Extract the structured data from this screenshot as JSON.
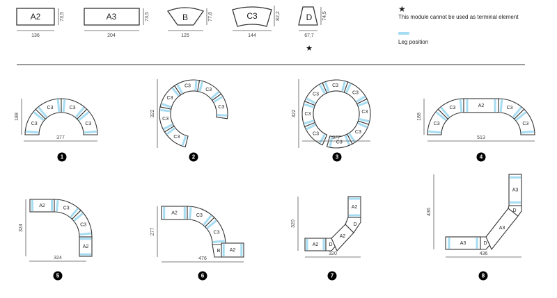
{
  "colors": {
    "outline": "#333333",
    "leg": "#a6dcf2",
    "badge": "#000000",
    "badge_text": "#ffffff",
    "dim": "#555555"
  },
  "legend": {
    "star": "★",
    "terminal_note": "This module cannot be used as terminal element",
    "leg_label": "Leg position"
  },
  "modules": [
    {
      "code": "A2",
      "width": "136",
      "depth": "73,5"
    },
    {
      "code": "A3",
      "width": "204",
      "depth": "73,5"
    },
    {
      "code": "B",
      "width": "125",
      "depth": "77,8"
    },
    {
      "code": "C3",
      "width": "144",
      "depth": "82,2"
    },
    {
      "code": "D",
      "width": "67,7",
      "depth": "74,5",
      "star": "★"
    }
  ],
  "layouts": [
    {
      "number": "1",
      "width": "377",
      "height": "188",
      "modules": [
        "C3",
        "C3",
        "C3",
        "C3"
      ]
    },
    {
      "number": "2",
      "width": "",
      "height": "322",
      "modules": [
        "C3",
        "C3",
        "C3",
        "C3",
        "C3",
        "C3"
      ]
    },
    {
      "number": "3",
      "width": "377",
      "height": "322",
      "modules": [
        "C3",
        "C3",
        "C3",
        "C3",
        "C3",
        "C3",
        "C3",
        "C3"
      ]
    },
    {
      "number": "4",
      "width": "513",
      "height": "188",
      "modules": [
        "C3",
        "C3",
        "A2",
        "C3",
        "C3"
      ]
    },
    {
      "number": "5",
      "width": "324",
      "height": "324",
      "modules": [
        "A2",
        "C3",
        "C3",
        "A2"
      ]
    },
    {
      "number": "6",
      "width": "476",
      "height": "277",
      "modules": [
        "A2",
        "C3",
        "C3",
        "B",
        "A2"
      ]
    },
    {
      "number": "7",
      "width": "320",
      "height": "320",
      "modules": [
        "A2",
        "D",
        "A2",
        "D",
        "A2"
      ]
    },
    {
      "number": "8",
      "width": "436",
      "height": "436",
      "modules": [
        "A3",
        "D",
        "A3",
        "D",
        "A3"
      ]
    }
  ]
}
